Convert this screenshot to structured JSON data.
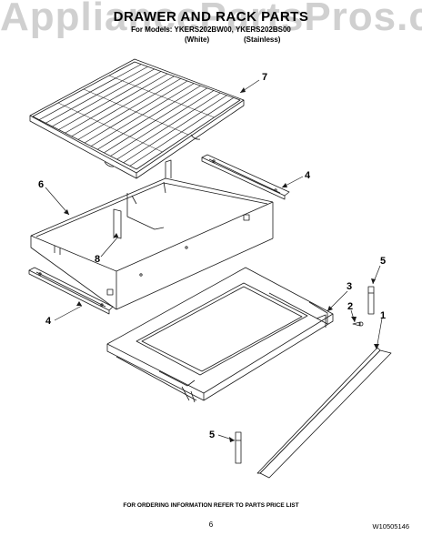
{
  "watermark": "AppliancePartsPros.com",
  "header": {
    "title": "DRAWER AND RACK PARTS",
    "models_line": "For Models: YKERS202BW00, YKERS202BS00",
    "variant_white": "(White)",
    "variant_stainless": "(Stainless)"
  },
  "callouts": [
    "7",
    "4",
    "6",
    "8",
    "3",
    "2",
    "5",
    "1",
    "4",
    "5"
  ],
  "footer": {
    "ordering_note": "FOR ORDERING INFORMATION REFER TO PARTS PRICE LIST",
    "page_number": "6",
    "doc_number": "W10505146"
  },
  "colors": {
    "line": "#1a1a1a",
    "watermark": "#969696"
  }
}
